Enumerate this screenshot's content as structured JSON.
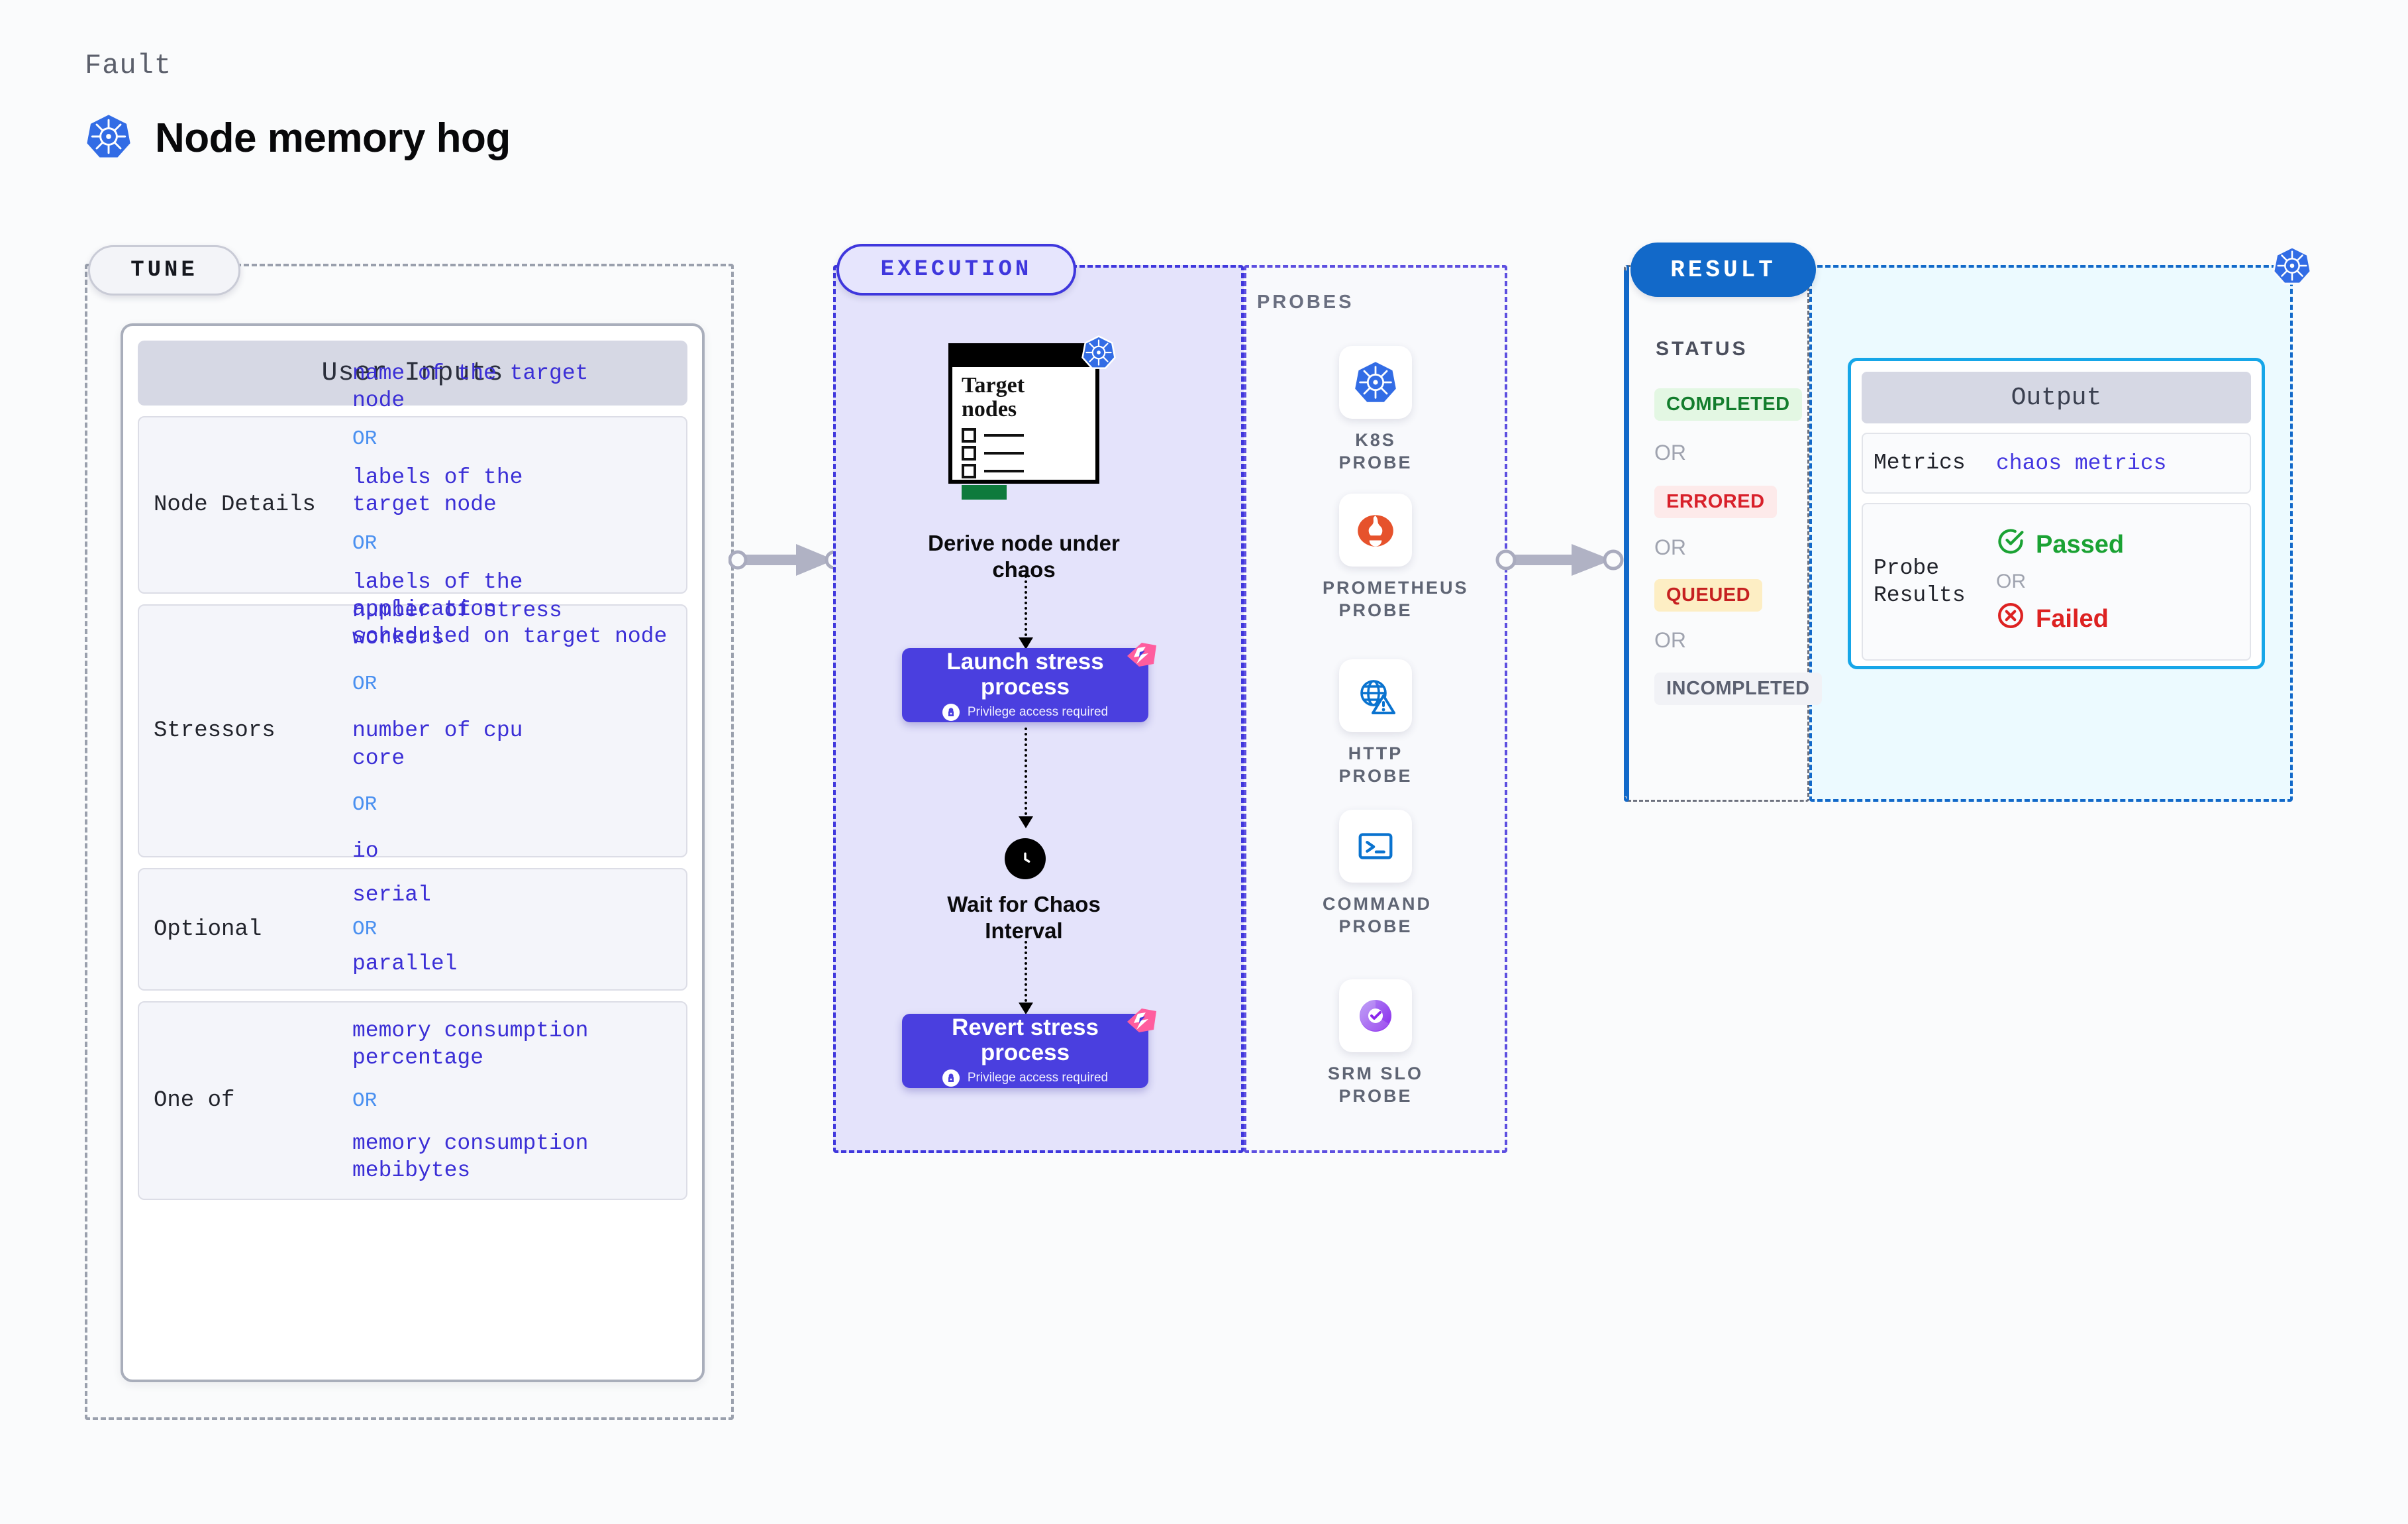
{
  "header": {
    "kicker": "Fault",
    "title": "Node memory hog",
    "icon": "kubernetes-icon"
  },
  "sections": {
    "tune": {
      "pill_label": "TUNE"
    },
    "execution": {
      "pill_label": "EXECUTION"
    },
    "probes": {
      "label": "PROBES"
    },
    "result": {
      "pill_label": "RESULT"
    }
  },
  "user_inputs": {
    "title": "User Inputs",
    "or_label": "OR",
    "rows": [
      {
        "label": "Node Details",
        "values": [
          "name of the target\nnode",
          "labels of the\ntarget node",
          "labels of the application\n scheduled on target node"
        ]
      },
      {
        "label": "Stressors",
        "values": [
          "number of stress\nworkers",
          "number of cpu\ncore",
          "io"
        ]
      },
      {
        "label": "Optional",
        "values": [
          "serial",
          "parallel"
        ]
      },
      {
        "label": "One of",
        "values": [
          "memory consumption\npercentage",
          "memory consumption\nmebibytes"
        ]
      }
    ]
  },
  "execution": {
    "target_card": {
      "title": "Target\nnodes",
      "badge_icon": "kubernetes-icon"
    },
    "steps": [
      {
        "caption": "Derive node under\nchaos"
      },
      {
        "title": "Launch stress\nprocess",
        "note": "Privilege access required",
        "note_icon": "lock-icon"
      },
      {
        "caption": "Wait for Chaos\nInterval",
        "icon": "clock-icon"
      },
      {
        "title": "Revert stress\nprocess",
        "note": "Privilege access required",
        "note_icon": "lock-icon"
      }
    ]
  },
  "probes": [
    {
      "name": "K8S PROBE",
      "icon": "kubernetes-icon"
    },
    {
      "name": "PROMETHEUS\nPROBE",
      "icon": "prometheus-icon"
    },
    {
      "name": "HTTP PROBE",
      "icon": "globe-warning-icon"
    },
    {
      "name": "COMMAND\nPROBE",
      "icon": "terminal-icon"
    },
    {
      "name": "SRM SLO\nPROBE",
      "icon": "slo-gauge-icon"
    }
  ],
  "result": {
    "status_label": "STATUS",
    "or_label": "OR",
    "statuses": [
      {
        "label": "COMPLETED",
        "color": "#137d2d",
        "bg": "#e3f7e3"
      },
      {
        "label": "ERRORED",
        "color": "#d8202a",
        "bg": "#fdeaea"
      },
      {
        "label": "QUEUED",
        "color": "#c62020",
        "bg": "#fdeec4"
      },
      {
        "label": "INCOMPLETED",
        "color": "#5b6070",
        "bg": "#f1f2f6"
      }
    ]
  },
  "output": {
    "title": "Output",
    "or_label": "OR",
    "rows": [
      {
        "label": "Metrics",
        "value": "chaos metrics"
      }
    ],
    "probe_results": {
      "label": "Probe\nResults",
      "passed": {
        "text": "Passed",
        "icon": "check-circle-icon",
        "color": "#1aa233"
      },
      "failed": {
        "text": "Failed",
        "icon": "x-circle-icon",
        "color": "#dd2222"
      }
    }
  },
  "colors": {
    "accent_purple": "#4a3fdf",
    "accent_blue": "#1269c9",
    "k8s_blue": "#326ce5",
    "pink": "#ff5d9e",
    "value_text": "#3b2fd6"
  }
}
